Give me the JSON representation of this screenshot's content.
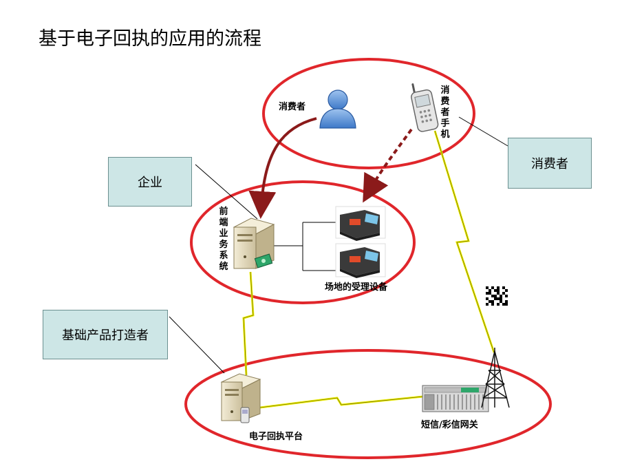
{
  "title": "基于电子回执的应用的流程",
  "boxes": {
    "enterprise": "企业",
    "consumer": "消费者",
    "base_builder": "基础产品打造者"
  },
  "labels": {
    "consumer_person": "消费者",
    "consumer_phone": "消费者手机",
    "frontend_system": "前端业务系统",
    "venue_devices": "场地的受理设备",
    "receipt_platform": "电子回执平台",
    "sms_gateway": "短信/彩信网关"
  },
  "colors": {
    "ellipse": "#e0262b",
    "box_fill": "#cde6e6",
    "arrow": "#8b1a1a",
    "lightning": "#f2f200"
  },
  "icons": [
    "user-icon",
    "mobile-phone-icon",
    "server-icon",
    "pos-terminal-icon",
    "qr-code-icon",
    "cell-tower-icon",
    "gateway-rack-icon"
  ]
}
